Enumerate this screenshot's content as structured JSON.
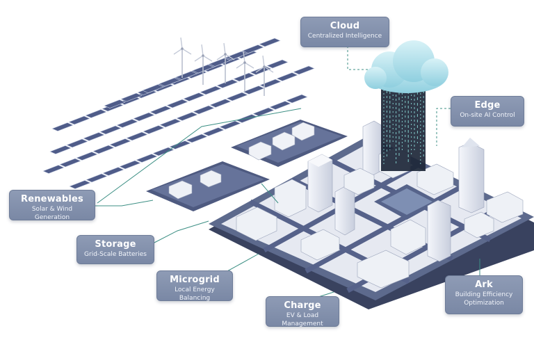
{
  "callouts": {
    "cloud": {
      "title": "Cloud",
      "subtitle": "Centralized Intelligence"
    },
    "edge": {
      "title": "Edge",
      "subtitle": "On-site AI Control"
    },
    "renewables": {
      "title": "Renewables",
      "subtitle": "Solar & Wind Generation"
    },
    "storage": {
      "title": "Storage",
      "subtitle": "Grid-Scale Batteries"
    },
    "microgrid": {
      "title": "Microgrid",
      "subtitle": "Local Energy Balancing"
    },
    "charge": {
      "title": "Charge",
      "subtitle": "EV & Load Management"
    },
    "ark": {
      "title": "Ark",
      "subtitle_line1": "Building Efficiency",
      "subtitle_line2": "Optimization"
    }
  },
  "colors": {
    "callout_bg": "#7f8ca9",
    "city_base": "#4a5478",
    "city_top": "#e9ecf4",
    "road": "#5b6789",
    "solar": "#4d5a86",
    "cloud": "#9fd9e6",
    "data_stream": "#1f2a3a",
    "connector": "#3c9a8a"
  },
  "icons": [
    "cloud-icon",
    "wind-turbine-icon",
    "solar-panel-icon",
    "building-icon",
    "battery-icon",
    "ev-charger-icon"
  ]
}
